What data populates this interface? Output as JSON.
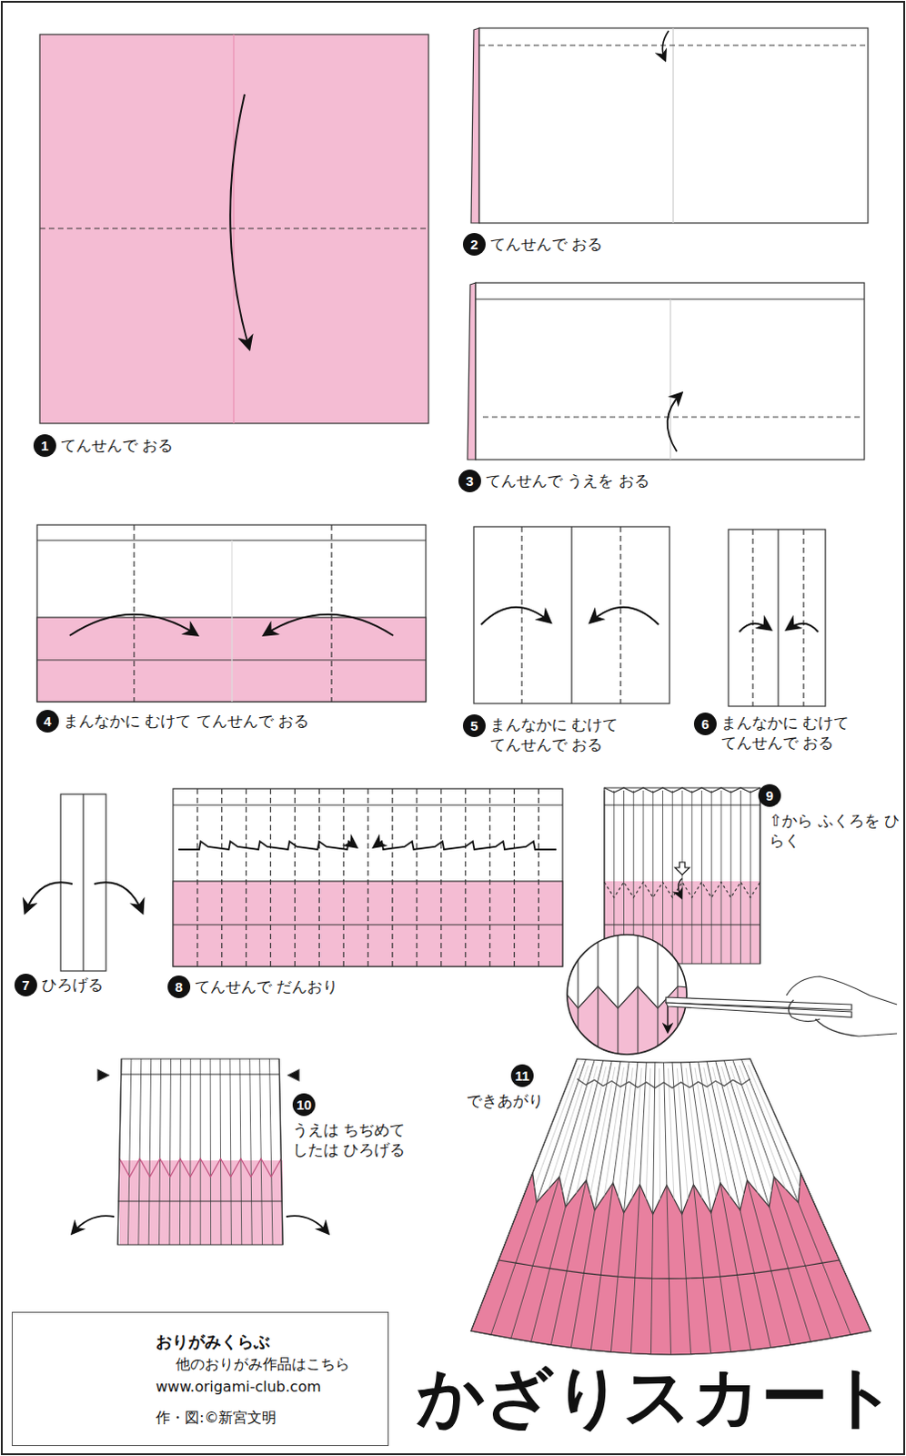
{
  "diagram": {
    "title": "かざりスカート",
    "nodes": [
      {
        "text": [
          "1",
          "てんせんで おる"
        ]
      },
      {
        "text": [
          "2",
          "てんせんで おる"
        ]
      },
      {
        "text": [
          "3",
          "てんせんで うえを おる"
        ]
      },
      {
        "text": [
          "4",
          "まんなかに むけて てんせんで おる"
        ]
      },
      {
        "text": [
          "5",
          "まんなかに むけて てんせんで おる"
        ]
      },
      {
        "text": [
          "6",
          "まんなかに むけて てんせんで おる"
        ]
      },
      {
        "text": [
          "7",
          "ひろげる"
        ]
      },
      {
        "text": [
          "8",
          "てんせんで だんおり"
        ]
      },
      {
        "text": [
          "9",
          "⇧から ふくろを ひらく"
        ]
      },
      {
        "text": [
          "10",
          "うえは ちぢめて したは ひろげる"
        ]
      },
      {
        "text": [
          "11",
          "できあがり"
        ]
      },
      {
        "text": [
          "おりがみくらぶ",
          "他のおりがみ作品はこちら",
          "www.origami-club.com",
          "作・図:©新宮文明"
        ]
      }
    ]
  }
}
